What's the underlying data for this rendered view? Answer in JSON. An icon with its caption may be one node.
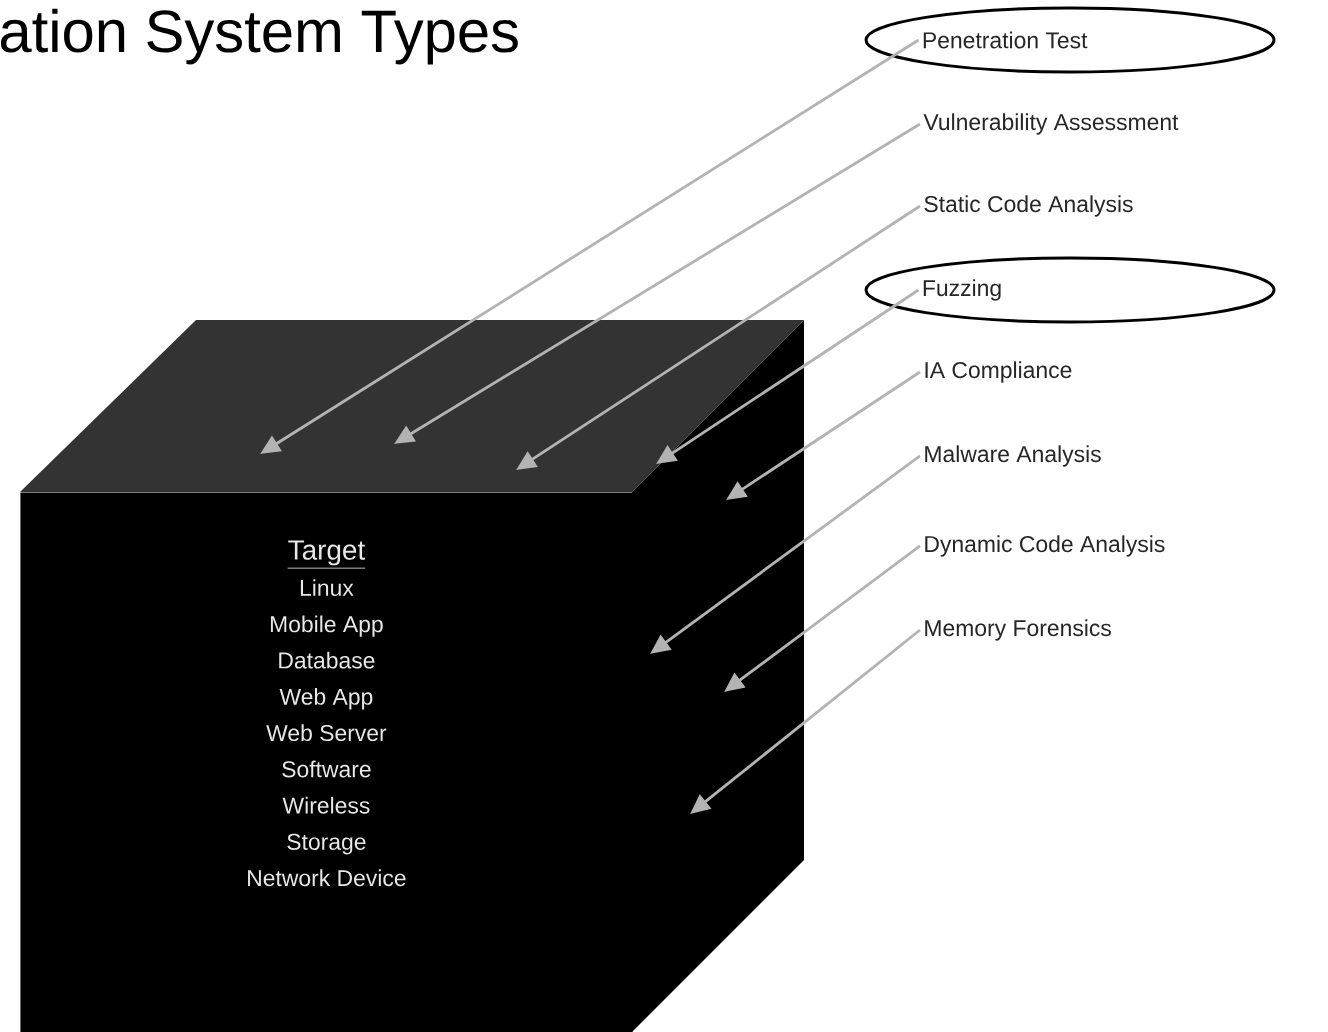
{
  "diagram": {
    "title": "ation System Types",
    "nodes": [
      {
        "text": [
          "Target",
          "Linux",
          "Mobile App",
          "Database",
          "Web App",
          "Web Server",
          "Software",
          "Wireless",
          "Storage",
          "Network Device"
        ]
      },
      {
        "text": [],
        "shape": "ellipse"
      },
      {
        "text": [
          "Penetration Test"
        ],
        "in": 1
      },
      {
        "text": [
          "Vulnerability Assessment"
        ]
      },
      {
        "text": [
          "Static Code Analysis"
        ]
      },
      {
        "text": [],
        "shape": "ellipse"
      },
      {
        "text": [
          "Fuzzing"
        ],
        "in": 5
      },
      {
        "text": [
          "IA Compliance"
        ]
      },
      {
        "text": [
          "Malware Analysis"
        ]
      },
      {
        "text": [
          "Dynamic Code Analysis"
        ]
      },
      {
        "text": [
          "Memory Forensics"
        ]
      }
    ],
    "edges": [
      {
        "from": 2,
        "to": 0,
        "arrow": "to"
      },
      {
        "from": 3,
        "to": 0,
        "arrow": "to"
      },
      {
        "from": 4,
        "to": 0,
        "arrow": "to"
      },
      {
        "from": 6,
        "to": 0,
        "arrow": "to"
      },
      {
        "from": 7,
        "to": 0,
        "arrow": "to"
      },
      {
        "from": 8,
        "to": 0,
        "arrow": "to"
      },
      {
        "from": 9,
        "to": 0,
        "arrow": "to"
      },
      {
        "from": 10,
        "to": 0,
        "arrow": "to"
      }
    ]
  }
}
